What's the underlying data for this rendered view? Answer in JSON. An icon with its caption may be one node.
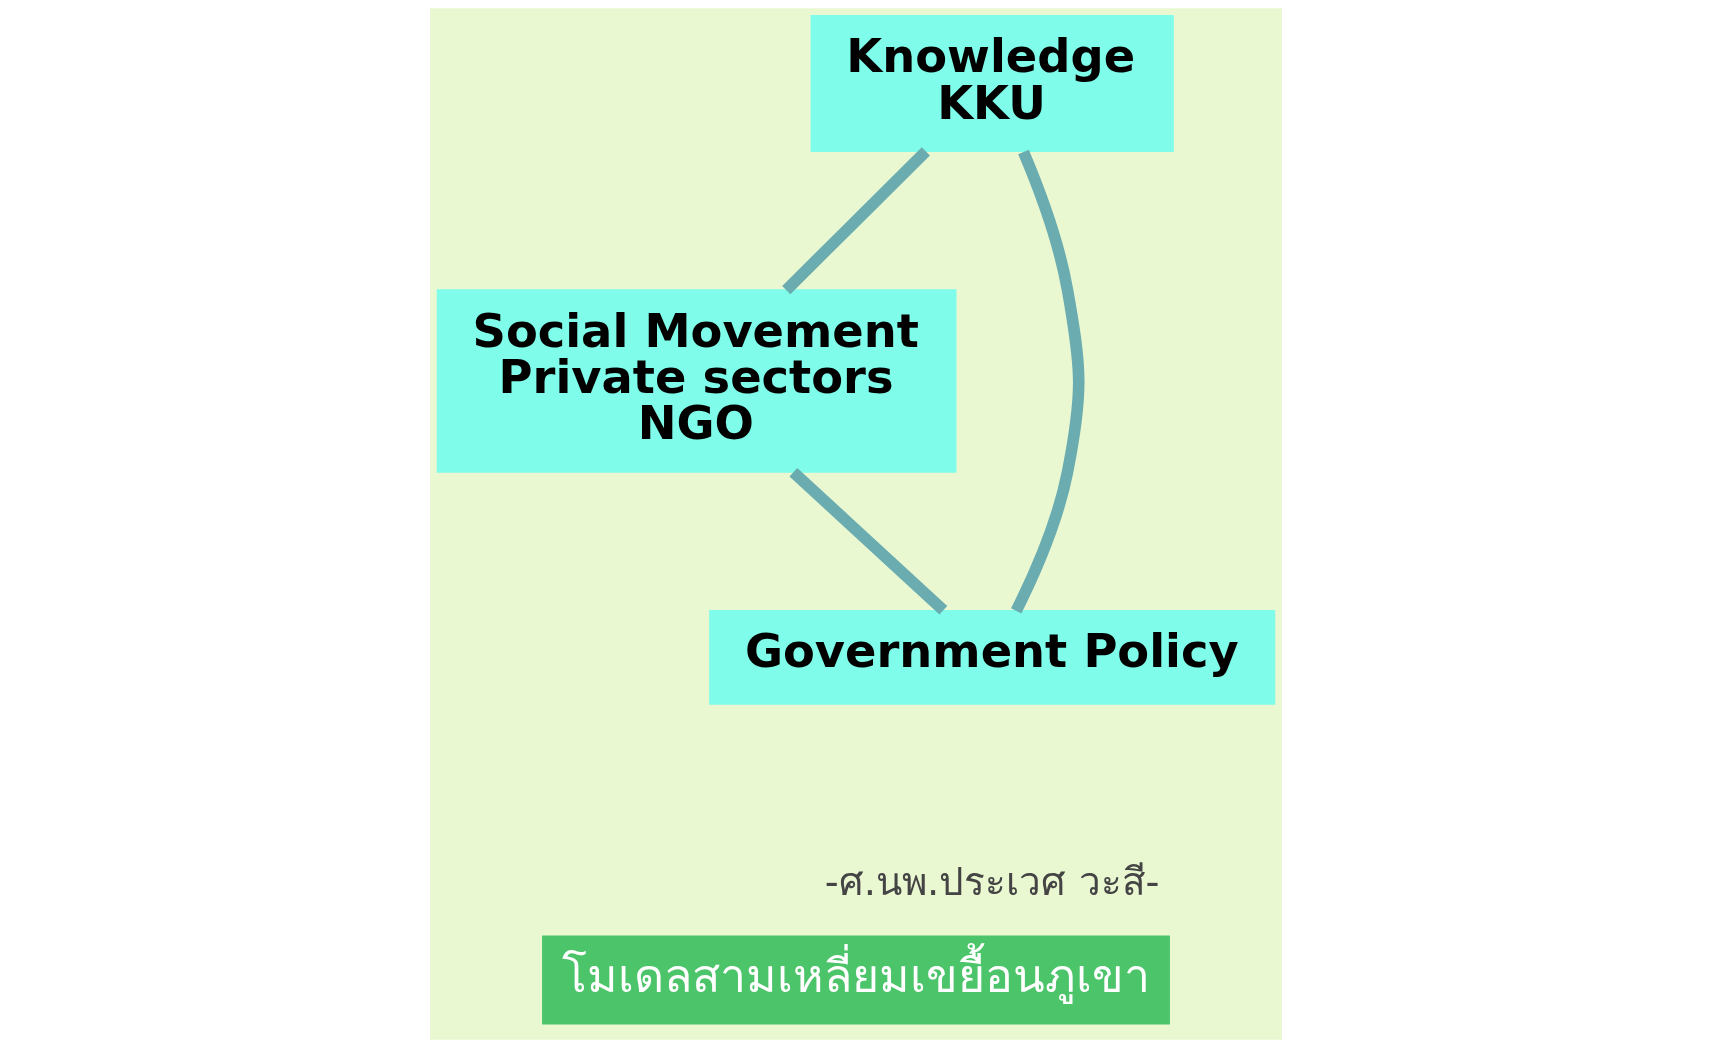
{
  "diagram": {
    "caption": "โมเดลสามเหลี่ยมเขยื้อนภูเขา",
    "nodes": [
      {
        "text": [
          "Knowledge",
          "KKU"
        ]
      },
      {
        "text": [
          "Social Movement",
          "Private sectors",
          "NGO"
        ]
      },
      {
        "text": [
          "Government Policy"
        ]
      }
    ],
    "edges": [
      {
        "from": 0,
        "to": 1,
        "arrow": "none"
      },
      {
        "from": 1,
        "to": 2,
        "arrow": "none"
      },
      {
        "from": 2,
        "to": 0,
        "arrow": "none"
      }
    ],
    "labels": [
      "-ศ.นพ.ประเวศ วะสี-"
    ]
  }
}
